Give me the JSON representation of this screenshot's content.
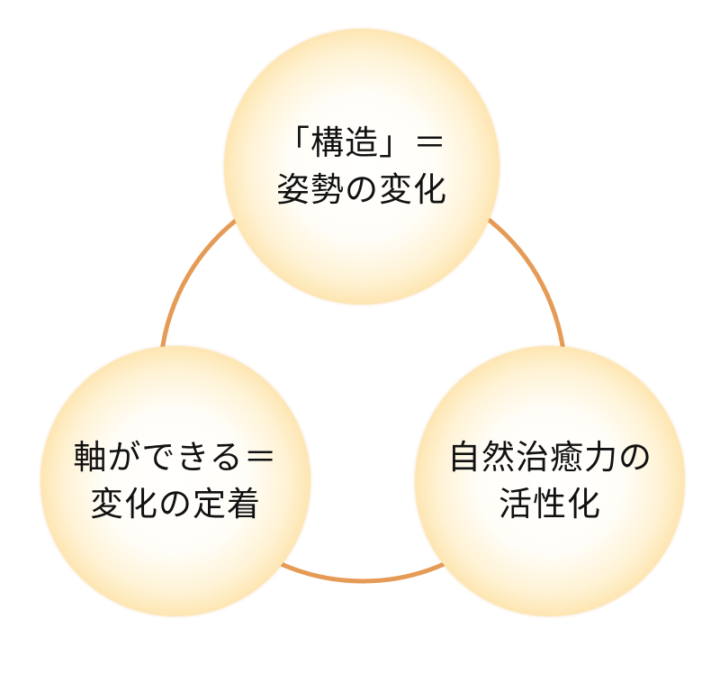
{
  "colors": {
    "ring": "#e59a55",
    "node_fill_center": "#ffffff",
    "node_fill_edge": "#f2b24f",
    "text": "#111111"
  },
  "nodes": {
    "top": {
      "lines": [
        "「構造」＝",
        "姿勢の変化"
      ]
    },
    "left": {
      "lines": [
        "軸ができる＝",
        "変化の定着"
      ]
    },
    "right": {
      "lines": [
        "自然治癒力の",
        "活性化"
      ]
    }
  }
}
